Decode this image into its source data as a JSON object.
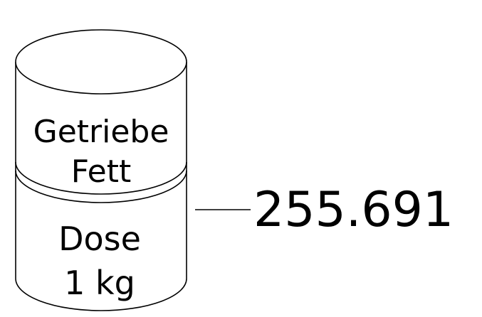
{
  "illustration": {
    "can": {
      "upper_label_line1": "Getriebe",
      "upper_label_line2": "Fett",
      "lower_label_line1": "Dose",
      "lower_label_line2": "1 kg"
    },
    "part_number": "255.691"
  },
  "colors": {
    "stroke": "#000000",
    "fill": "#ffffff"
  }
}
